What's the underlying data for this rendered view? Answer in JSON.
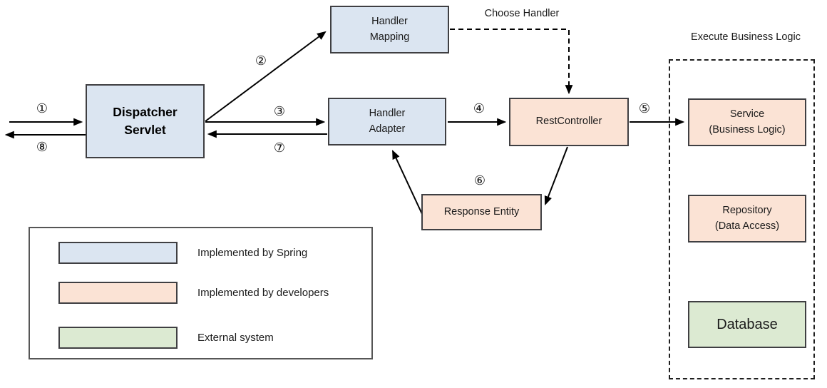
{
  "nodes": {
    "dispatcher_servlet": {
      "label": "Dispatcher\nServlet",
      "fill": "#dbe5f1"
    },
    "handler_mapping": {
      "label": "Handler\nMapping",
      "fill": "#dbe5f1"
    },
    "handler_adapter": {
      "label": "Handler\nAdapter",
      "fill": "#dbe5f1"
    },
    "rest_controller": {
      "label": "RestController",
      "fill": "#fbe3d5"
    },
    "response_entity": {
      "label": "Response Entity",
      "fill": "#fbe3d5"
    },
    "service": {
      "label": "Service\n(Business Logic)",
      "fill": "#fbe3d5"
    },
    "repository": {
      "label": "Repository\n(Data Access)",
      "fill": "#fbe3d5"
    },
    "database": {
      "label": "Database",
      "fill": "#dcead2"
    }
  },
  "annotations": {
    "choose_handler": "Choose Handler",
    "execute_business_logic": "Execute Business Logic"
  },
  "steps": [
    "①",
    "②",
    "③",
    "④",
    "⑤",
    "⑥",
    "⑦",
    "⑧"
  ],
  "legend": {
    "items": [
      {
        "label": "Implemented by Spring",
        "color": "#dbe5f1"
      },
      {
        "label": "Implemented by developers",
        "color": "#fbe3d5"
      },
      {
        "label": "External system",
        "color": "#dcead2"
      }
    ]
  },
  "colors": {
    "spring_blue": "#dbe5f1",
    "developer_peach": "#fbe3d5",
    "external_green": "#dcead2",
    "node_border": "#3f3f42",
    "arrow": "#000000"
  }
}
